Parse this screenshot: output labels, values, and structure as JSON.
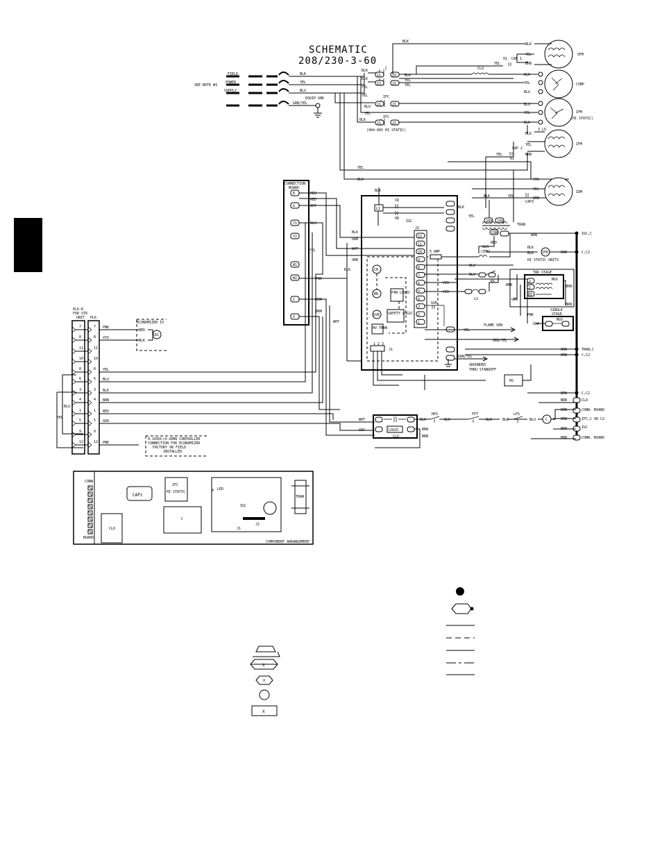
{
  "title": {
    "line1": "SCHEMATIC",
    "line2": "208/230-3-60"
  },
  "supply": {
    "labels": [
      "FIELD",
      "POWER",
      "SUPPLY"
    ],
    "note": "SEE NOTE #3",
    "wires": [
      "BLK",
      "YEL",
      "BLU",
      "GRN/YEL"
    ],
    "ground": "EQUIP GND"
  },
  "contactor": {
    "label": "C",
    "terminals": [
      "23",
      "13",
      "21",
      "11"
    ]
  },
  "ifc": {
    "label": "IFC",
    "terminals": [
      "21",
      "11"
    ]
  },
  "ifc2": {
    "label": "IFC",
    "note": "(004-005 HI STATIC)",
    "terminals": [
      "21",
      "11"
    ]
  },
  "clo": "CLO",
  "motors": [
    {
      "name": "OFM",
      "wires": [
        "BLK",
        "YEL",
        "BRN"
      ]
    },
    {
      "name": "COMP",
      "wires": [
        "BLK",
        "YEL",
        "BLU"
      ]
    },
    {
      "name": "IFM",
      "note": "(HI STATIC)",
      "wires": [
        "BLU",
        "YEL",
        "BLK"
      ]
    },
    {
      "name": "IFM",
      "wires": [
        "BLK",
        "YEL",
        "BRN"
      ]
    },
    {
      "name": "IDM",
      "wires": [
        "VIO",
        "YEL",
        "BRN"
      ]
    }
  ],
  "caps": [
    {
      "label": "CAP 1",
      "terminal": "01"
    },
    {
      "label": "CAP 2",
      "terminal": "01"
    },
    {
      "label": "CAP3"
    }
  ],
  "wire_labels": {
    "blk": "BLK",
    "yel": "YEL",
    "blu": "BLU",
    "brn": "BRN",
    "red": "RED",
    "vio": "VIO",
    "wht": "WHT",
    "orn": "ORN",
    "pnk": "PNK",
    "gra": "GRA",
    "grnyel": "GRN/YEL"
  },
  "hl": "3 LO",
  "connection_board": {
    "label": [
      "CONNECTION",
      "BOARD"
    ],
    "terminals": [
      "R",
      "G",
      "Y1",
      "Y2",
      "W1",
      "W2",
      "C",
      "X"
    ]
  },
  "igc": {
    "label": "IGC",
    "j2": "J2",
    "j1": "J1",
    "j1_pins": "1 2 3",
    "pins": [
      "12",
      "11",
      "10",
      "9",
      "8",
      "7",
      "6",
      "5",
      "4",
      "3",
      "2",
      "1"
    ],
    "cr": "CR",
    "or": "OR",
    "blocks": [
      "CR",
      "BR",
      "GVR",
      "FAN LOGIC",
      "SAFETY LOGIC",
      "HV TRAN"
    ],
    "gvr": "GVR",
    "gnd": [
      "GROUNDED",
      "THRU STANDOFF"
    ],
    "l1": "L1"
  },
  "fuse": "5 AMP",
  "olr": {
    "label": "OLR",
    "note": "(IFM)"
  },
  "ifr": {
    "label": "IFR",
    "note": "HI STATIC UNITS"
  },
  "tran": {
    "label": "TRAN",
    "taps": [
      "200",
      "230",
      "COM"
    ]
  },
  "rs": "RS",
  "ls": "LS",
  "hs": "HS",
  "flame": "FLAME SEN",
  "two_stage": {
    "label": "TWO STAGE",
    "parts": [
      "MGV",
      "2",
      "1",
      "HI"
    ]
  },
  "single_stage": {
    "label": [
      "SINGLE",
      "STAGE"
    ],
    "part": "MGV"
  },
  "right_rail": [
    "IGC,C",
    "C,C2",
    "TRAN,C",
    "C,C2",
    "C,C2",
    "CLO",
    "CONN. BOARD",
    "IFC,C OR C2",
    "IGC",
    "CONN. BOARD"
  ],
  "plug": {
    "title": [
      "PL6-R",
      "FOR STD",
      "UNIT"
    ],
    "pl6": "PL6",
    "left_pins": [
      "7",
      "8",
      "11",
      "10",
      "8",
      "6",
      "3",
      "4",
      "1",
      "5",
      "9",
      "12"
    ],
    "right_pins": [
      "7",
      "8",
      "11",
      "10",
      "8",
      "6",
      "3",
      "4",
      "1",
      "5",
      "9",
      "12"
    ]
  },
  "economizer": {
    "label": "ECONOMIZER IV",
    "part": "EA1"
  },
  "controller_note": [
    "0-10VDC/4-20MA CONTROLLER",
    "CONNECTION FOR ECONOMIZER",
    "FACTORY OR FIELD",
    "INSTALLED"
  ],
  "clo_chain": {
    "clo": "CLO",
    "logic": "LOGIC",
    "hps": "HPS",
    "fpt": "FPT",
    "lps": "LPS",
    "c": "C"
  },
  "component_arrangement": {
    "label": "COMPONENT ARRANGEMENT",
    "cap1": "CAP1",
    "ifc": [
      "IFC",
      "HI STATIC"
    ],
    "led": "LED",
    "igc": "IGC",
    "j1": "J1",
    "j2": "J2",
    "c": "C",
    "tran": "TRAN",
    "conn": "CONN",
    "board": "BOARD",
    "clo": "CLO"
  },
  "legend_marks": {
    "x1": "X",
    "x2": "X",
    "x3": "X"
  }
}
